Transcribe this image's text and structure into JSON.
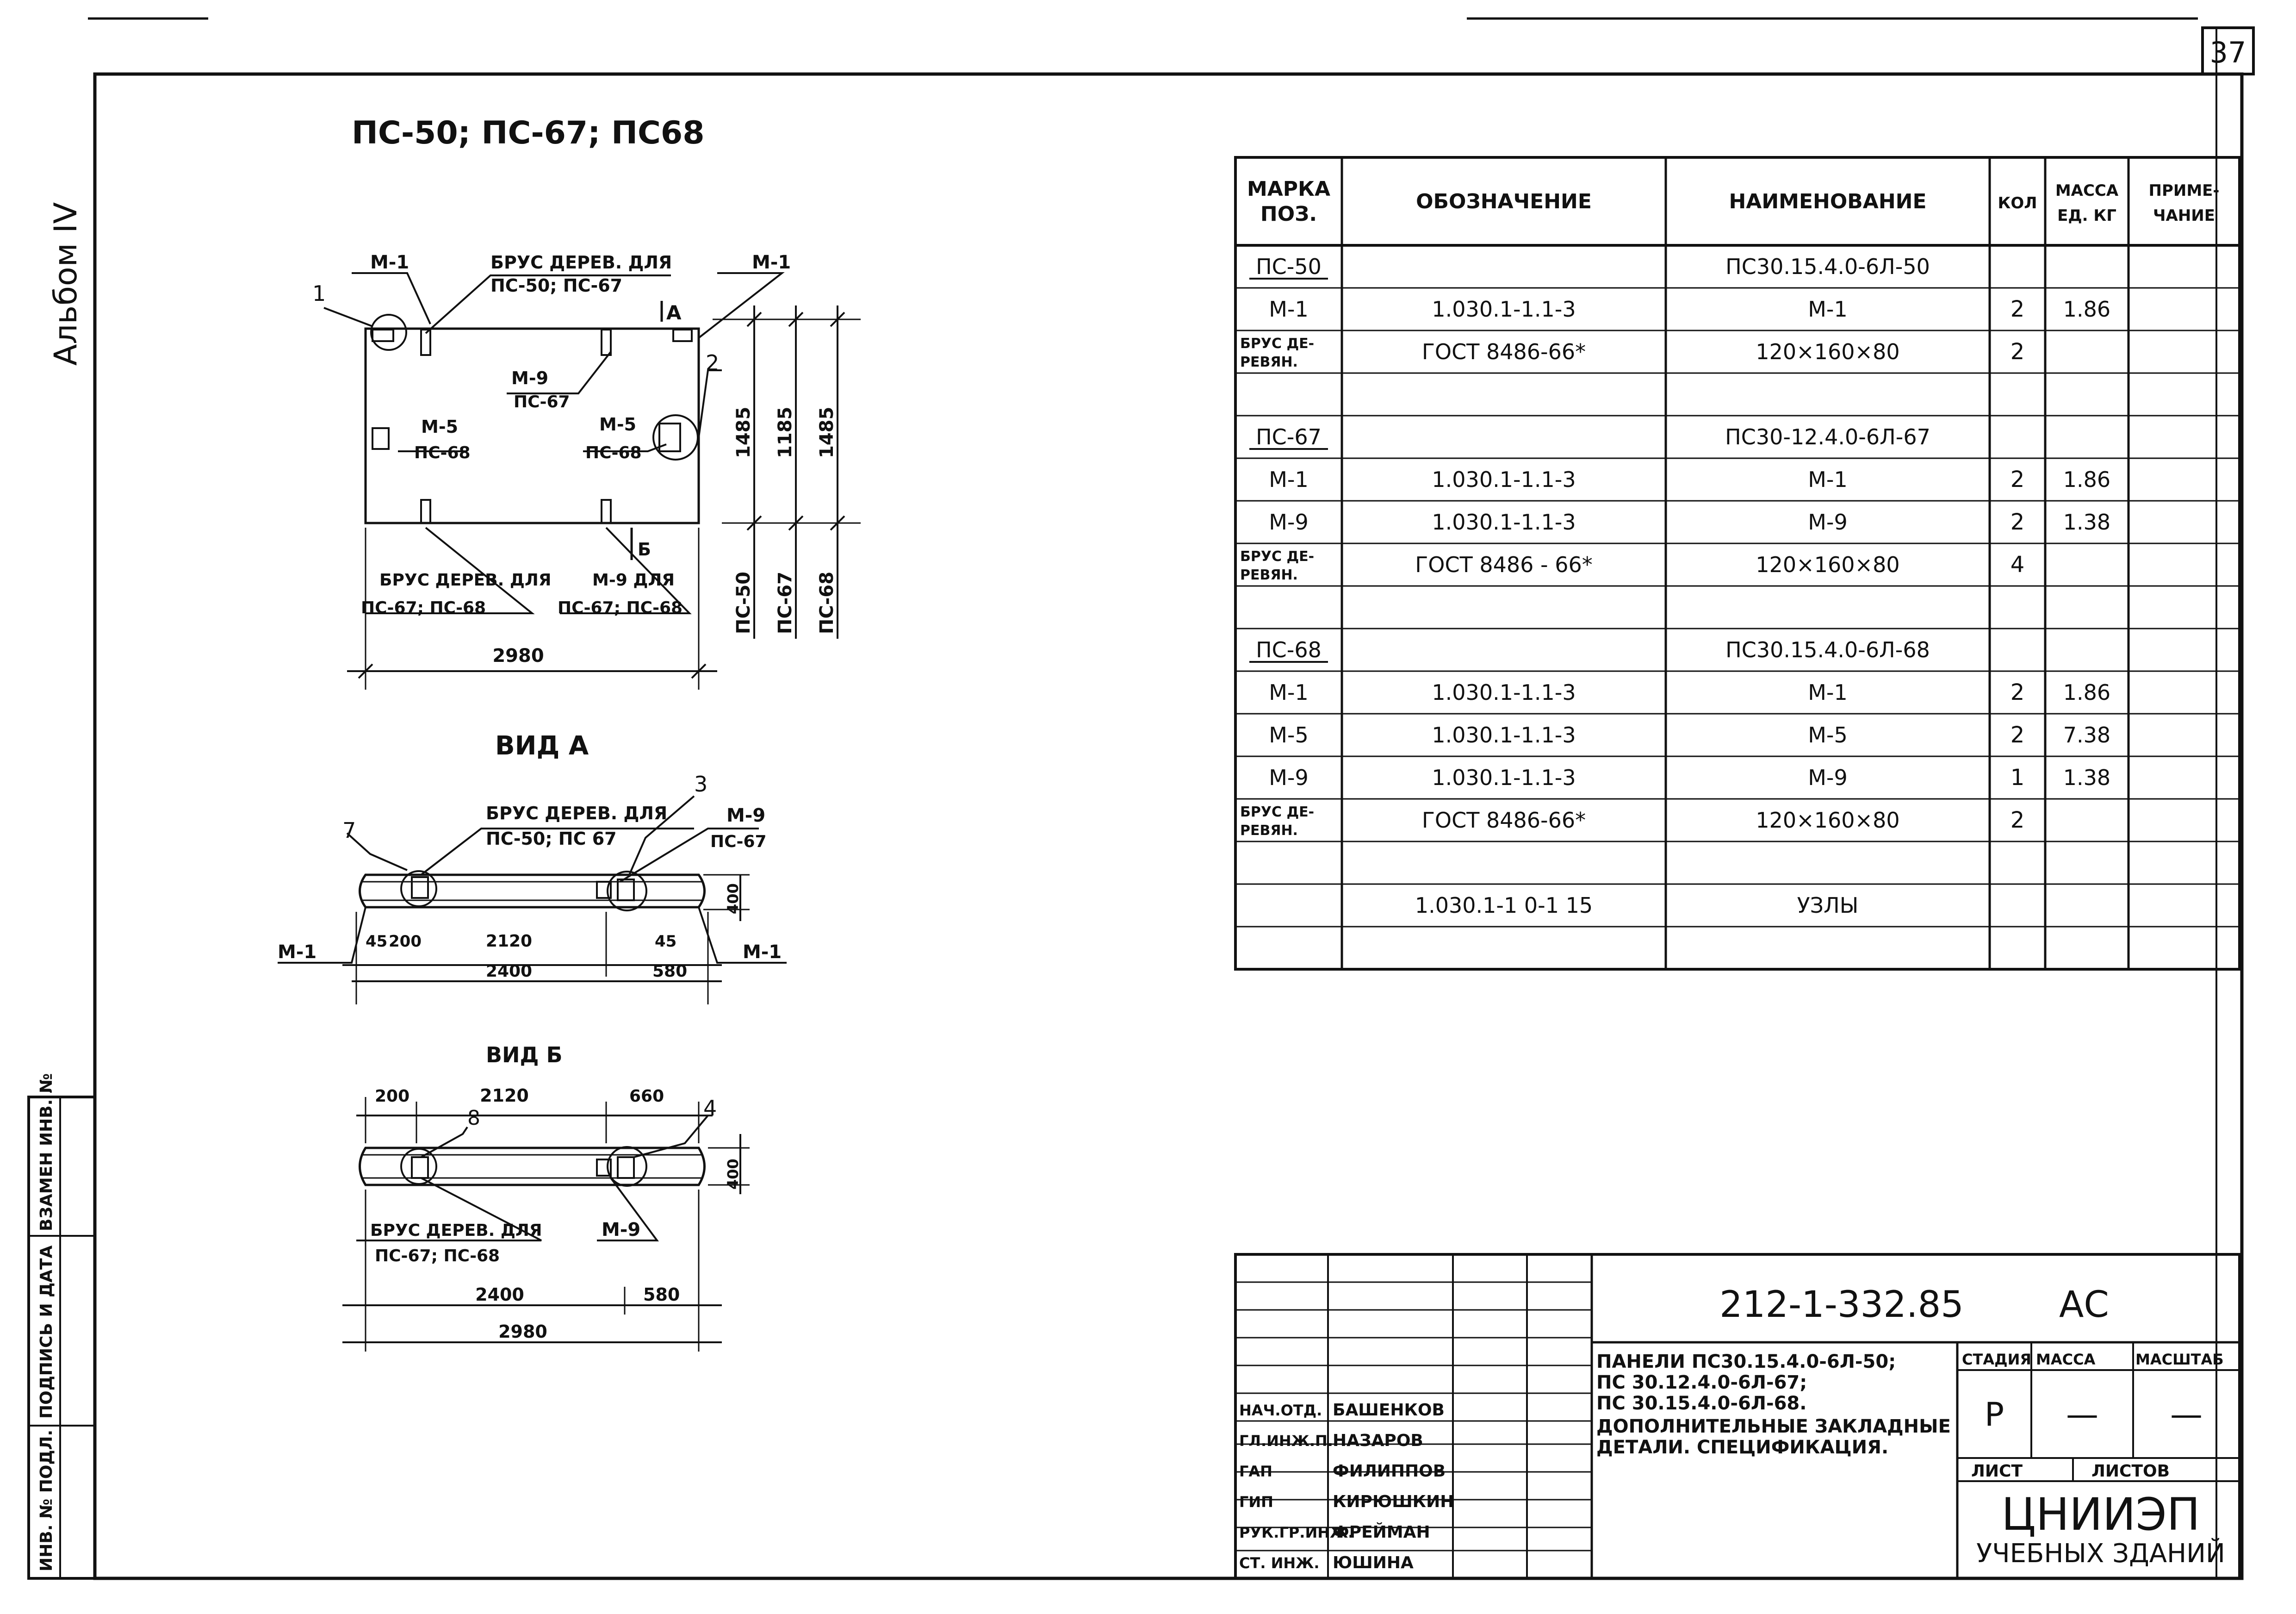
{
  "sheet": {
    "page_number": "37",
    "album_label": "Альбом IV"
  },
  "stamp_column": [
    "ИНВ. № ПОДЛ.",
    "ПОДПИСЬ И ДАТА",
    "ВЗАМЕН ИНВ. №"
  ],
  "drawing": {
    "title": "ПС-50; ПС-67; ПС68",
    "view_a_title": "ВИД А",
    "view_b_title": "ВИД Б",
    "plan": {
      "callout_m1_left": "М-1",
      "callout_m1_right": "М-1",
      "callout_brus_top": [
        "БРУС ДЕРЕВ. ДЛЯ",
        "ПС-50; ПС-67"
      ],
      "callout_a": "А",
      "callout_b": "Б",
      "m9_label": [
        "М-9",
        "ПС-67"
      ],
      "m5_left": [
        "М-5",
        "ПС-68"
      ],
      "m5_right": [
        "М-5",
        "ПС-68"
      ],
      "brus_bottom": [
        "БРУС ДЕРЕВ. ДЛЯ",
        "ПС-67; ПС-68"
      ],
      "m9_bottom": [
        "М-9 ДЛЯ",
        "ПС-67; ПС-68"
      ],
      "node_1": "1",
      "node_2": "2",
      "width_dim": "2980",
      "height_dims": [
        "1485",
        "1185",
        "1485"
      ],
      "height_panels": [
        "ПС-50",
        "ПС-67",
        "ПС-68"
      ]
    },
    "view_a": {
      "brus_label": [
        "БРУС ДЕРЕВ. ДЛЯ",
        "ПС-50; ПС 67"
      ],
      "m9_label": [
        "М-9",
        "ПС-67"
      ],
      "node_7": "7",
      "node_3": "3",
      "m1_left": "М-1",
      "m1_right": "М-1",
      "dims_top": [
        "45",
        "200",
        "2120",
        "45"
      ],
      "dim_2400": "2400",
      "dim_580": "580",
      "dim_400": "400"
    },
    "view_b": {
      "dims_top": [
        "200",
        "2120",
        "660"
      ],
      "node_8": "8",
      "node_4": "4",
      "dim_400": "400",
      "brus_label": [
        "БРУС ДЕРЕВ. ДЛЯ",
        "ПС-67; ПС-68"
      ],
      "m9_label": "М-9",
      "dim_2400": "2400",
      "dim_580": "580",
      "dim_2980": "2980"
    }
  },
  "spec_table": {
    "headers": [
      [
        "МАРКА",
        "ПОЗ."
      ],
      [
        "ОБОЗНАЧЕНИЕ"
      ],
      [
        "НАИМЕНОВАНИЕ"
      ],
      [
        "КОЛ"
      ],
      [
        "МАССА",
        "ЕД. КГ"
      ],
      [
        "ПРИМЕ-",
        "ЧАНИЕ"
      ]
    ],
    "rows": [
      {
        "mark": [
          "ПС-50"
        ],
        "code": "",
        "name": "ПС30.15.4.0-6Л-50",
        "qty": "",
        "mass": "",
        "note": "",
        "underline": true
      },
      {
        "mark": [
          "М-1"
        ],
        "code": "1.030.1-1.1-3",
        "name": "М-1",
        "qty": "2",
        "mass": "1.86",
        "note": ""
      },
      {
        "mark": [
          "БРУС ДЕ-",
          "РЕВЯН."
        ],
        "code": "ГОСТ 8486-66*",
        "name": "120×160×80",
        "qty": "2",
        "mass": "",
        "note": ""
      },
      {
        "mark": [
          ""
        ],
        "code": "",
        "name": "",
        "qty": "",
        "mass": "",
        "note": ""
      },
      {
        "mark": [
          "ПС-67"
        ],
        "code": "",
        "name": "ПС30-12.4.0-6Л-67",
        "qty": "",
        "mass": "",
        "note": "",
        "underline": true
      },
      {
        "mark": [
          "М-1"
        ],
        "code": "1.030.1-1.1-3",
        "name": "М-1",
        "qty": "2",
        "mass": "1.86",
        "note": ""
      },
      {
        "mark": [
          "М-9"
        ],
        "code": "1.030.1-1.1-3",
        "name": "М-9",
        "qty": "2",
        "mass": "1.38",
        "note": ""
      },
      {
        "mark": [
          "БРУС ДЕ-",
          "РЕВЯН."
        ],
        "code": "ГОСТ 8486 - 66*",
        "name": "120×160×80",
        "qty": "4",
        "mass": "",
        "note": ""
      },
      {
        "mark": [
          ""
        ],
        "code": "",
        "name": "",
        "qty": "",
        "mass": "",
        "note": ""
      },
      {
        "mark": [
          "ПС-68"
        ],
        "code": "",
        "name": "ПС30.15.4.0-6Л-68",
        "qty": "",
        "mass": "",
        "note": "",
        "underline": true
      },
      {
        "mark": [
          "М-1"
        ],
        "code": "1.030.1-1.1-3",
        "name": "М-1",
        "qty": "2",
        "mass": "1.86",
        "note": ""
      },
      {
        "mark": [
          "М-5"
        ],
        "code": "1.030.1-1.1-3",
        "name": "М-5",
        "qty": "2",
        "mass": "7.38",
        "note": ""
      },
      {
        "mark": [
          "М-9"
        ],
        "code": "1.030.1-1.1-3",
        "name": "М-9",
        "qty": "1",
        "mass": "1.38",
        "note": ""
      },
      {
        "mark": [
          "БРУС ДЕ-",
          "РЕВЯН."
        ],
        "code": "ГОСТ 8486-66*",
        "name": "120×160×80",
        "qty": "2",
        "mass": "",
        "note": ""
      },
      {
        "mark": [
          ""
        ],
        "code": "",
        "name": "",
        "qty": "",
        "mass": "",
        "note": ""
      },
      {
        "mark": [
          ""
        ],
        "code": "1.030.1-1 0-1 15",
        "name": "УЗЛЫ",
        "qty": "",
        "mass": "",
        "note": ""
      },
      {
        "mark": [
          ""
        ],
        "code": "",
        "name": "",
        "qty": "",
        "mass": "",
        "note": ""
      }
    ]
  },
  "title_block": {
    "doc_number": "212-1-332.85",
    "doc_suffix": "АС",
    "description": [
      "ПАНЕЛИ ПС30.15.4.0-6Л-50;",
      "ПС 30.12.4.0-6Л-67;",
      "ПС 30.15.4.0-6Л-68.",
      "ДОПОЛНИТЕЛЬНЫЕ ЗАКЛАДНЫЕ",
      "ДЕТАЛИ. СПЕЦИФИКАЦИЯ."
    ],
    "stage_header": "СТАДИЯ",
    "mass_header": "МАССА",
    "scale_header": "МАСШТАБ",
    "stage": "Р",
    "mass": "—",
    "scale": "—",
    "sheet_label": "ЛИСТ",
    "sheets_label": "ЛИСТОВ",
    "org_name": "ЦНИИЭП",
    "org_sub": "УЧЕБНЫХ ЗДАНИЙ",
    "signatures": [
      {
        "role": "НАЧ.ОТД.",
        "name": "БАШЕНКОВ"
      },
      {
        "role": "ГЛ.ИНЖ.П.",
        "name": "НАЗАРОВ"
      },
      {
        "role": "ГАП",
        "name": "ФИЛИППОВ"
      },
      {
        "role": "ГИП",
        "name": "КИРЮШКИН"
      },
      {
        "role": "РУК.ГР.ИНЖ.",
        "name": "ФРЕЙМАН"
      },
      {
        "role": "СТ. ИНЖ.",
        "name": "ЮШИНА"
      }
    ]
  }
}
